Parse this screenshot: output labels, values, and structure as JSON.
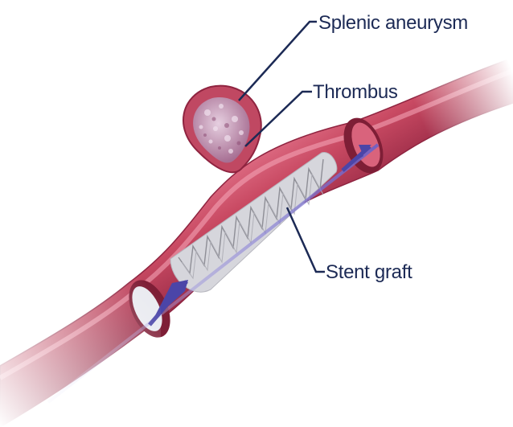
{
  "labels": {
    "aneurysm": "Splenic aneurysm",
    "thrombus": "Thrombus",
    "stent": "Stent graft"
  },
  "colors": {
    "vessel": "#c94a63",
    "vessel_dark": "#8f2440",
    "leader": "#1c2a55",
    "arrow": "#4b45a8",
    "thrombus": "#c9a5bd"
  }
}
